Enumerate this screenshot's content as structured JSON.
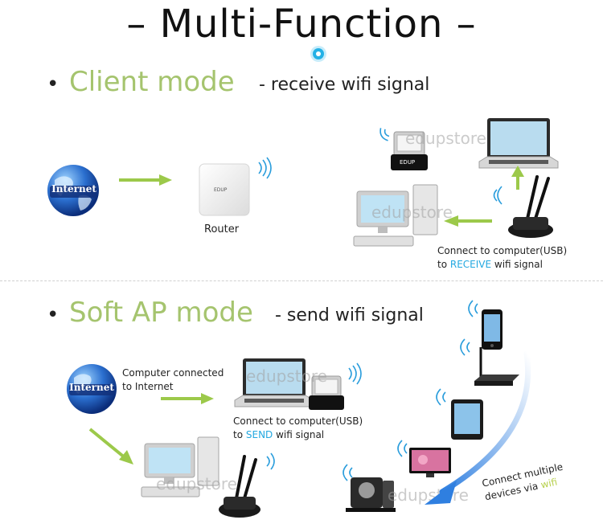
{
  "title": "– Multi-Function –",
  "bullet": "•",
  "client": {
    "name": "Client mode",
    "desc": "- receive wifi signal",
    "router_label": "Router",
    "internet_label": "Internet",
    "router_brand": "EDUP",
    "adapter_brand": "EDUP",
    "caption_line1": "Connect to computer(USB)",
    "caption_prefix": "to ",
    "caption_keyword": "RECEIVE",
    "caption_suffix": " wifi signal"
  },
  "softap": {
    "name": "Soft AP mode",
    "desc": "- send wifi signal",
    "internet_label": "Internet",
    "computer_caption_line1": "Computer connected",
    "computer_caption_line2": "to Internet",
    "caption_line1": "Connect to computer(USB)",
    "caption_prefix": "to ",
    "caption_keyword": "SEND",
    "caption_suffix": " wifi signal",
    "multi_line1": "Connect multiple",
    "multi_line2_prefix": "devices via ",
    "multi_keyword": "wifi"
  },
  "watermark": "edupstore",
  "colors": {
    "accent_blue": "#23a8e0",
    "mode_green": "#a5c46e",
    "arrow_green": "#9cc94a",
    "wifi_green": "#b7d04d"
  },
  "icons": [
    "globe-icon",
    "router-icon",
    "usb-adapter-icon",
    "laptop-icon",
    "desktop-pc-icon",
    "antenna-adapter-icon",
    "smartphone-icon",
    "tablet-icon",
    "tv-icon",
    "router-antenna-icon",
    "game-console-icon",
    "wifi-signal-icon",
    "arrow-icon"
  ]
}
